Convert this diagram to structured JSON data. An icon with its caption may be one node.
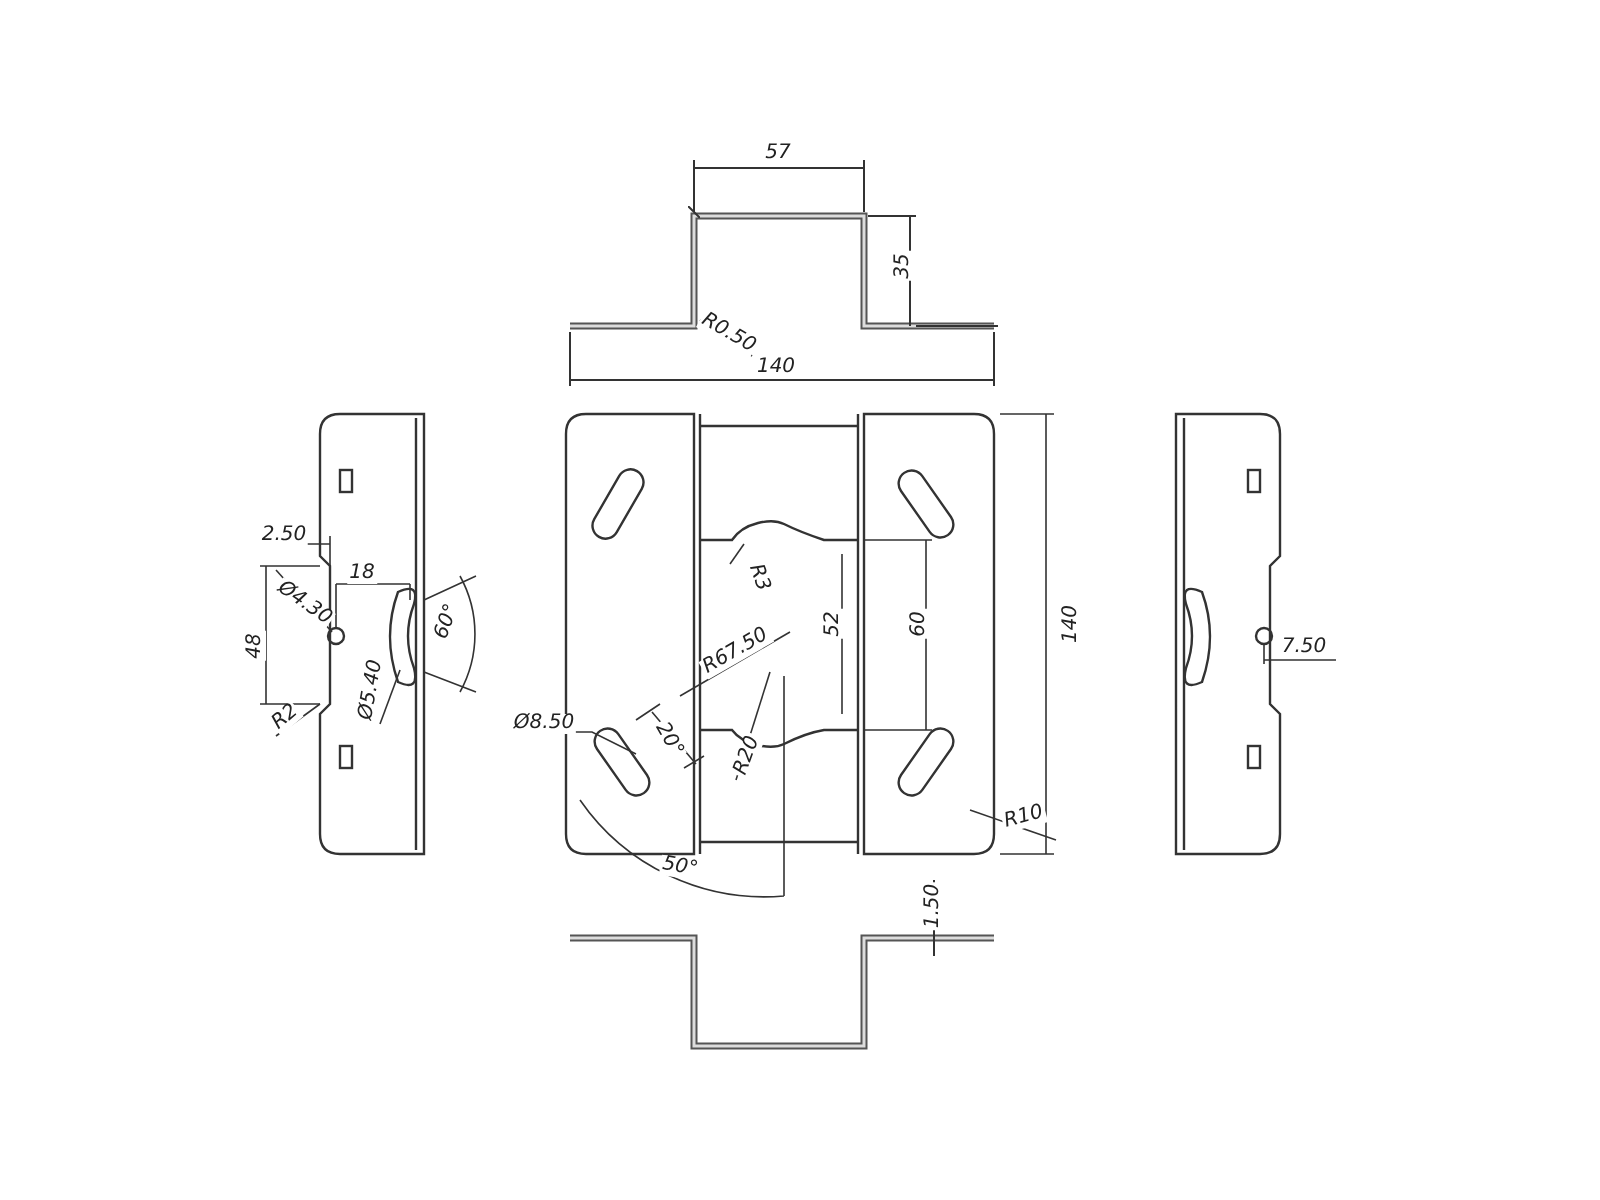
{
  "diagram": {
    "labels": [
      "57",
      "35",
      "R0.50",
      "140",
      "2.50",
      "18",
      "Ø4.30",
      "60°",
      "48",
      "R3",
      "52",
      "60",
      "140",
      "7.50",
      "R67.50",
      "Ø5.40",
      "R2",
      "Ø8.50",
      "20°",
      "R20",
      "R10",
      "50°",
      "1.50"
    ]
  }
}
